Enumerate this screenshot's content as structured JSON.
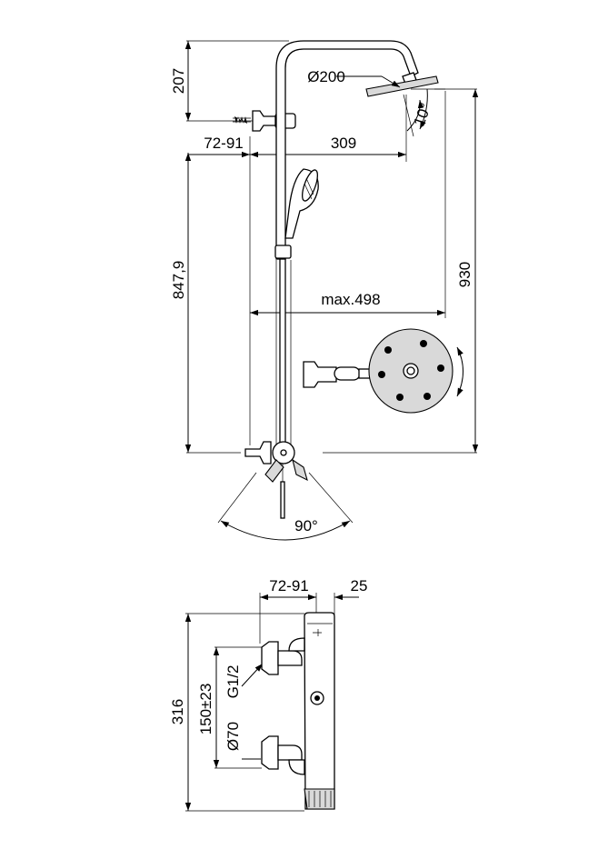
{
  "dimensions": {
    "height_top": "207",
    "wall_offset_top": "72-91",
    "arm_length": "309",
    "head_diameter": "Ø200",
    "tilt_angle": "10°",
    "height_lower": "847,9",
    "total_height": "930",
    "max_reach": "max.498",
    "swivel_angle": "90°",
    "valve_offset": "72-91",
    "valve_depth": "25",
    "valve_height": "316",
    "inlet_spacing": "150±23",
    "thread_size": "G1/2",
    "cover_diameter": "Ø70"
  }
}
